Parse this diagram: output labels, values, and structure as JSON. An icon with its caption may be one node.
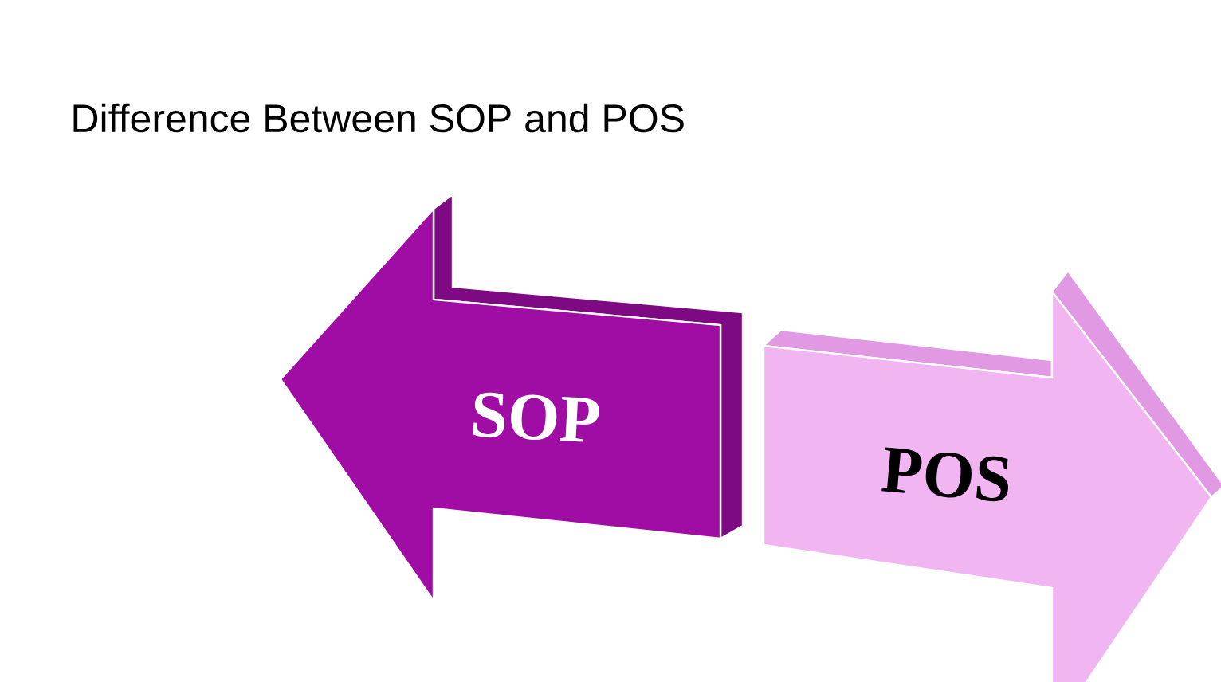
{
  "diagram": {
    "title": "Difference Between SOP and POS",
    "nodes": [
      {
        "text": [
          "SOP"
        ]
      },
      {
        "text": [
          "POS"
        ]
      }
    ]
  }
}
